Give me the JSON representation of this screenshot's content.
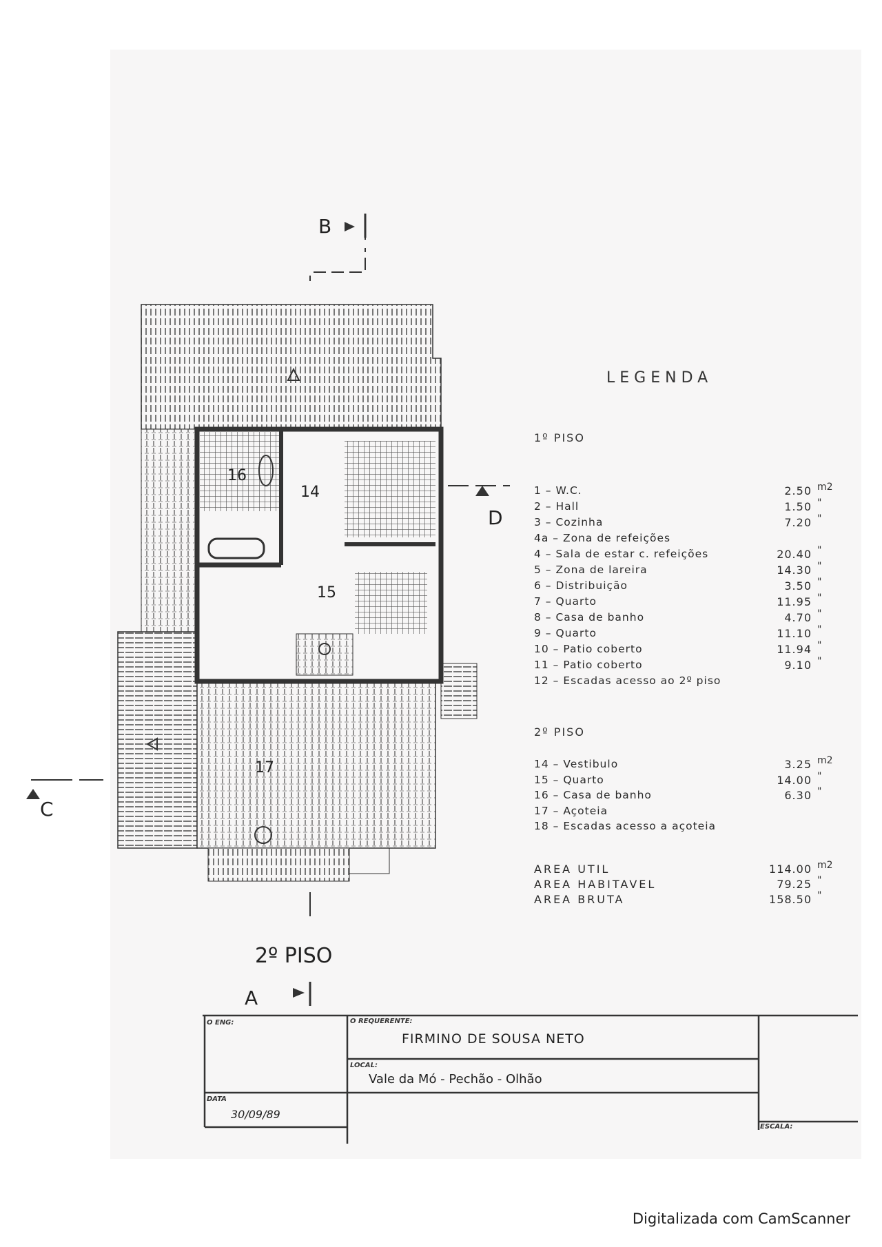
{
  "drawing": {
    "section_markers": [
      "A",
      "B",
      "C",
      "D"
    ],
    "rooms": [
      "14",
      "15",
      "16",
      "17"
    ],
    "floor_label": "2º PISO"
  },
  "legend": {
    "title": "LEGENDA",
    "floor1": {
      "heading": "1º PISO",
      "items": [
        {
          "label": "1 – W.C.",
          "area": "2.50",
          "unit": "m2"
        },
        {
          "label": "2 – Hall",
          "area": "1.50",
          "unit": "\""
        },
        {
          "label": "3 – Cozinha",
          "area": "7.20",
          "unit": "\""
        },
        {
          "label": "4a – Zona de refeições",
          "area": "",
          "unit": ""
        },
        {
          "label": "4 – Sala de estar c. refeições",
          "area": "20.40",
          "unit": "\""
        },
        {
          "label": "5 – Zona de lareira",
          "area": "14.30",
          "unit": "\""
        },
        {
          "label": "6 – Distribuição",
          "area": "3.50",
          "unit": "\""
        },
        {
          "label": "7 – Quarto",
          "area": "11.95",
          "unit": "\""
        },
        {
          "label": "8 – Casa de banho",
          "area": "4.70",
          "unit": "\""
        },
        {
          "label": "9 – Quarto",
          "area": "11.10",
          "unit": "\""
        },
        {
          "label": "10 – Patio coberto",
          "area": "11.94",
          "unit": "\""
        },
        {
          "label": "11 – Patio coberto",
          "area": "9.10",
          "unit": "\""
        },
        {
          "label": "12 – Escadas acesso ao 2º piso",
          "area": "",
          "unit": ""
        }
      ]
    },
    "floor2": {
      "heading": "2º PISO",
      "items": [
        {
          "label": "14 – Vestibulo",
          "area": "3.25",
          "unit": "m2"
        },
        {
          "label": "15 – Quarto",
          "area": "14.00",
          "unit": "\""
        },
        {
          "label": "16 – Casa de banho",
          "area": "6.30",
          "unit": "\""
        },
        {
          "label": "17 – Açoteia",
          "area": "",
          "unit": ""
        },
        {
          "label": "18 – Escadas acesso a açoteia",
          "area": "",
          "unit": ""
        }
      ]
    },
    "totals": [
      {
        "label": "AREA UTIL",
        "area": "114.00",
        "unit": "m2"
      },
      {
        "label": "AREA HABITAVEL",
        "area": "79.25",
        "unit": "\""
      },
      {
        "label": "AREA BRUTA",
        "area": "158.50",
        "unit": "\""
      }
    ]
  },
  "title_block": {
    "eng_label": "O ENG:",
    "requerente_label": "O REQUERENTE:",
    "requerente": "FIRMINO DE SOUSA NETO",
    "local_label": "LOCAL:",
    "local": "Vale da Mó - Pechão - Olhão",
    "data_label": "DATA",
    "data": "30/09/89",
    "escala_label": "ESCALA:"
  },
  "footer": "Digitalizada com CamScanner"
}
